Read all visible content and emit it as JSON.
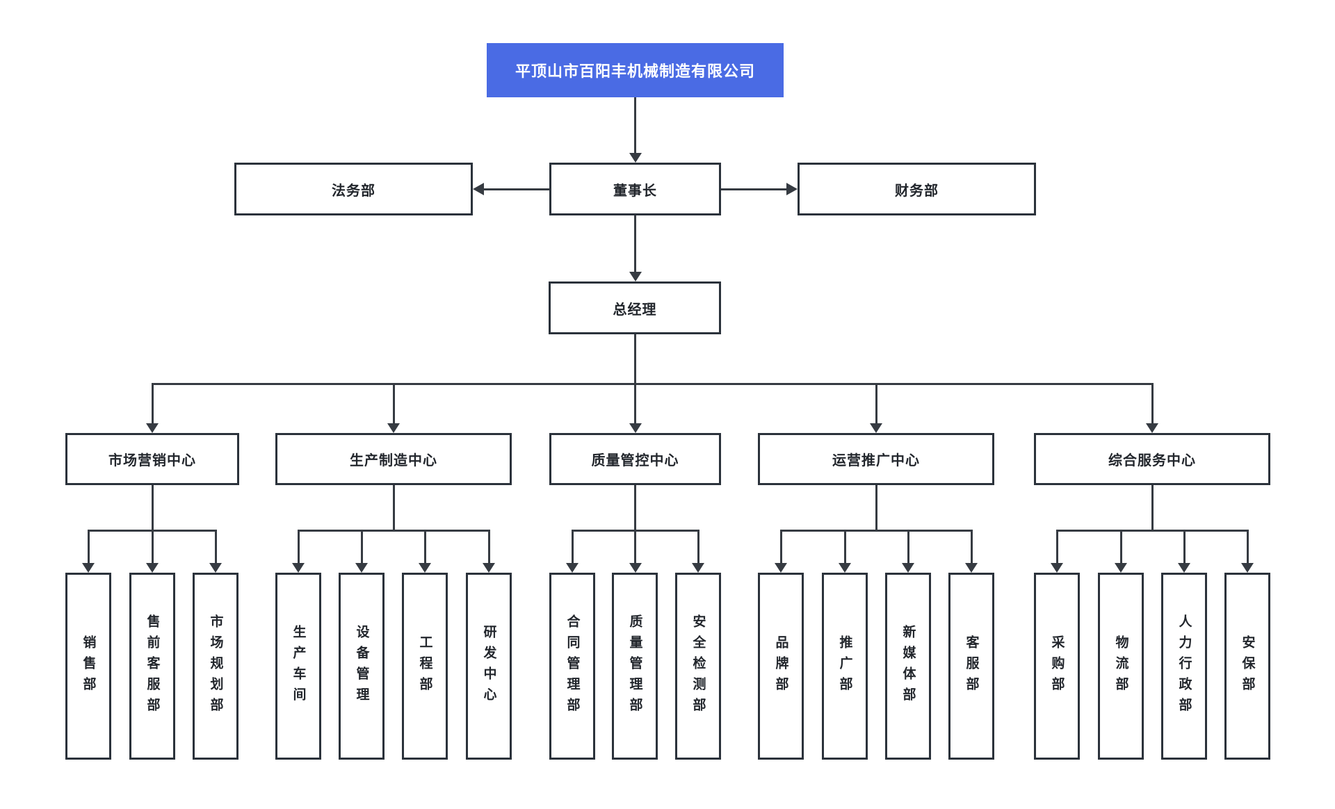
{
  "title": "平顶山市百阳丰机械制造有限公司",
  "top_nodes": {
    "chairman": "董事长",
    "legal": "法务部",
    "finance": "财务部",
    "general_manager": "总经理"
  },
  "centers": [
    {
      "label": "市场营销中心",
      "departments": [
        "销售部",
        "售前客服部",
        "市场规划部"
      ]
    },
    {
      "label": "生产制造中心",
      "departments": [
        "生产车间",
        "设备管理",
        "工程部",
        "研发中心"
      ]
    },
    {
      "label": "质量管控中心",
      "departments": [
        "合同管理部",
        "质量管理部",
        "安全检测部"
      ]
    },
    {
      "label": "运营推广中心",
      "departments": [
        "品牌部",
        "推广部",
        "新媒体部",
        "客服部"
      ]
    },
    {
      "label": "综合服务中心",
      "departments": [
        "采购部",
        "物流部",
        "人力行政部",
        "安保部"
      ]
    }
  ],
  "colors": {
    "root_box_bg": "#4a6be4",
    "root_box_text": "#ffffff",
    "node_border": "#2b323b",
    "connector_line": "#363b42",
    "node_text": "#22262c",
    "background": "#ffffff"
  }
}
